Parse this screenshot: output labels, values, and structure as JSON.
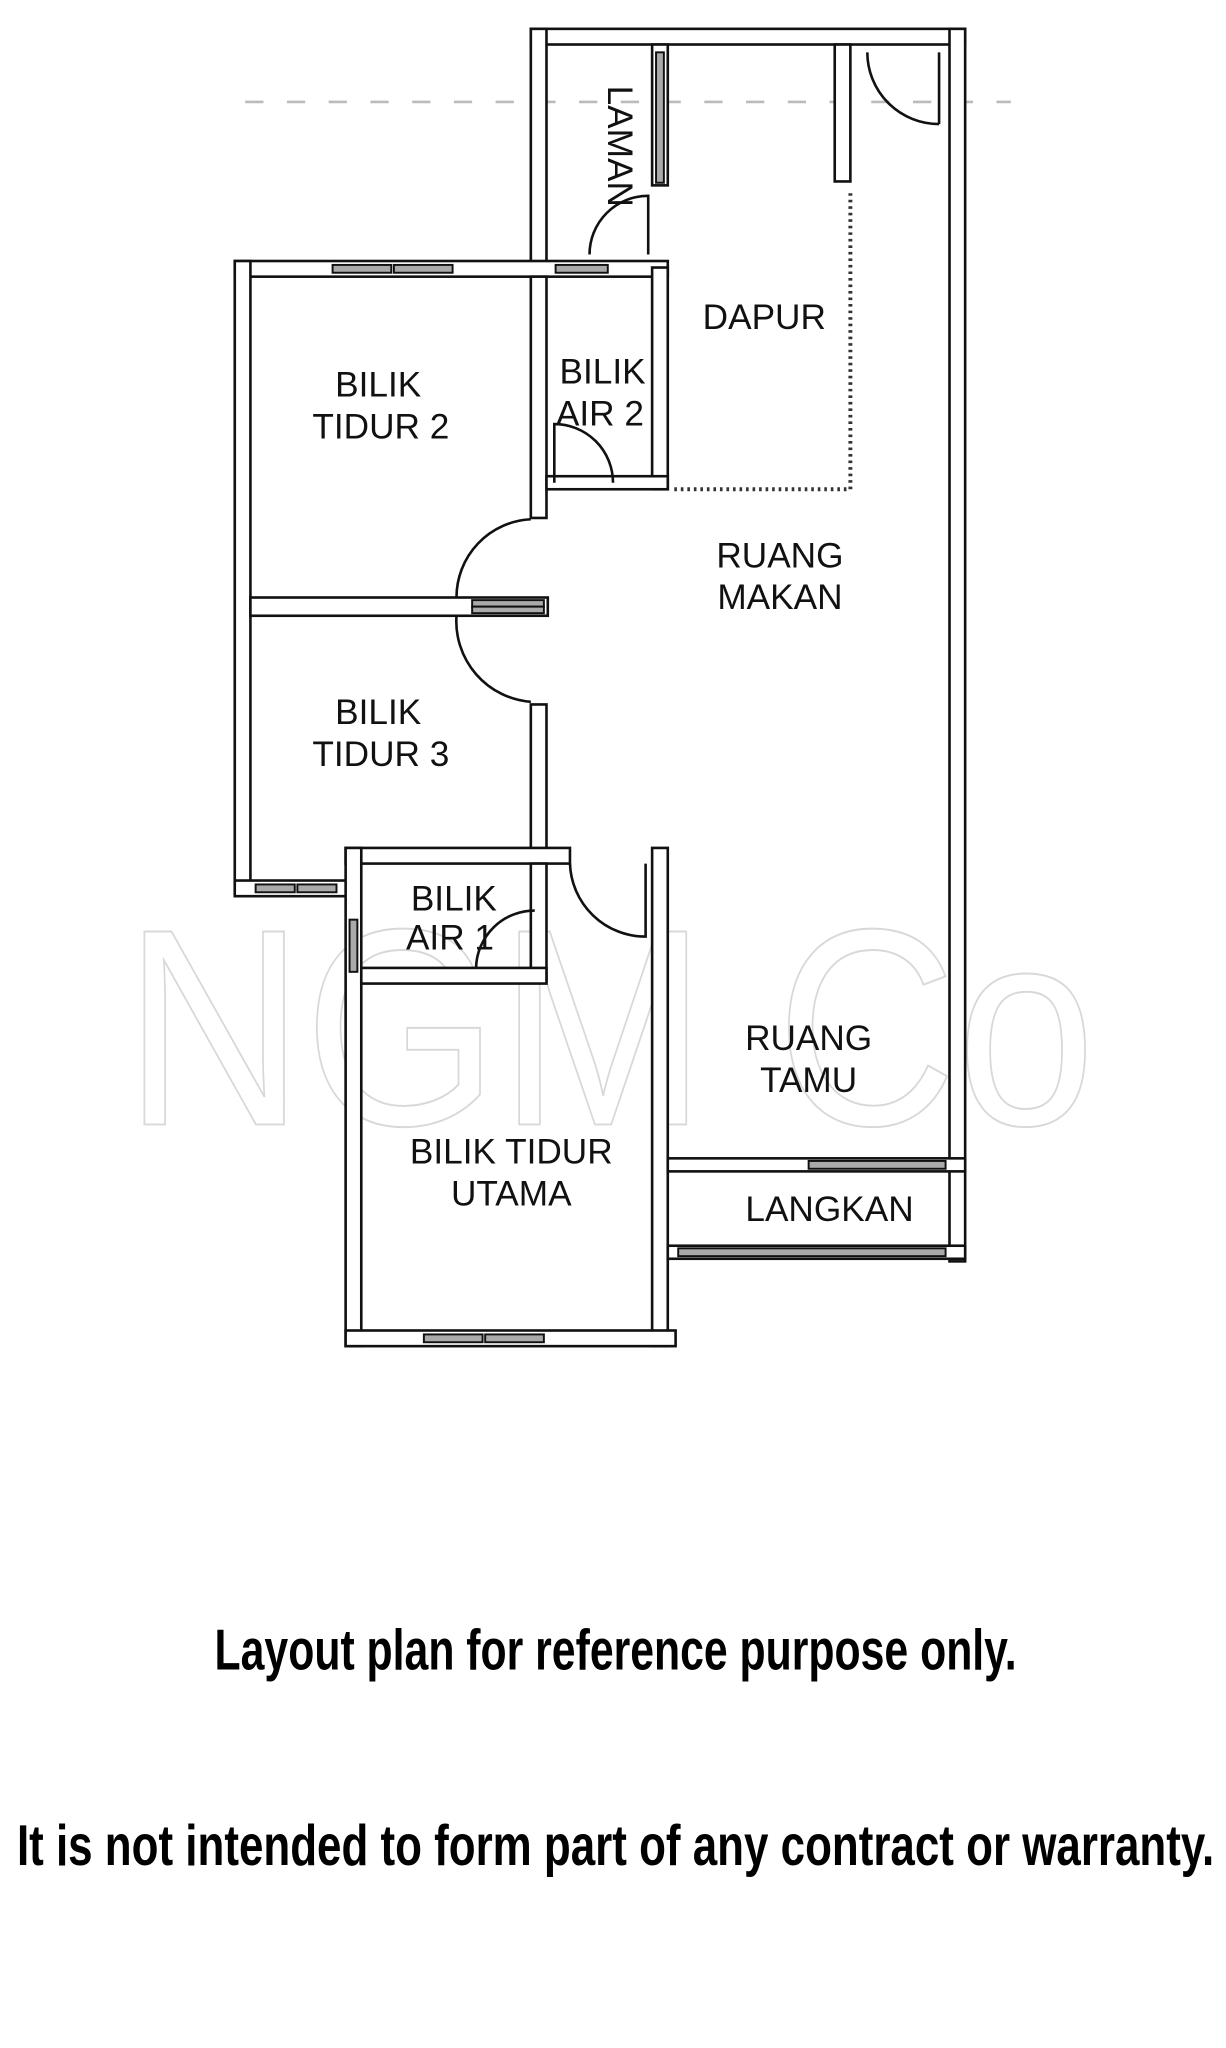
{
  "floor_plan": {
    "rooms": {
      "laman": "LAMAN",
      "dapur": "DAPUR",
      "bilik_tidur_2": [
        "BILIK",
        "TIDUR  2"
      ],
      "bilik_air_2": [
        "BILIK",
        "AIR  2"
      ],
      "ruang_makan": [
        "RUANG",
        "MAKAN"
      ],
      "bilik_tidur_3": [
        "BILIK",
        "TIDUR  3"
      ],
      "bilik_air_1": [
        "BILIK",
        "AIR  1"
      ],
      "ruang_tamu": [
        "RUANG",
        "TAMU"
      ],
      "bilik_tidur_utama": [
        "BILIK  TIDUR",
        "UTAMA"
      ],
      "langkan": "LANGKAN"
    },
    "watermark": "NGM Co"
  },
  "disclaimer": {
    "line1": "Layout plan for reference purpose only.",
    "line2": "It is not intended to form part of any contract or warranty."
  }
}
